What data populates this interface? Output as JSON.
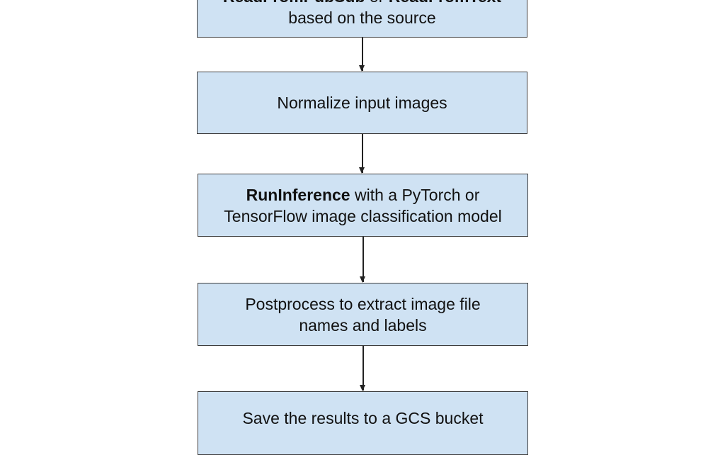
{
  "steps": [
    {
      "bold1": "ReadFromPubSub",
      "mid": " or ",
      "bold2": "ReadFromText",
      "line2": "based on the source"
    },
    {
      "text": "Normalize input images"
    },
    {
      "bold": "RunInference",
      "rest": " with a PyTorch or",
      "line2": "TensorFlow image classification model"
    },
    {
      "line1": "Postprocess to extract image file",
      "line2": "names and labels"
    },
    {
      "text": "Save the results to a GCS bucket"
    }
  ],
  "colors": {
    "box_fill": "#cfe2f3",
    "border": "#3d3d3d"
  }
}
